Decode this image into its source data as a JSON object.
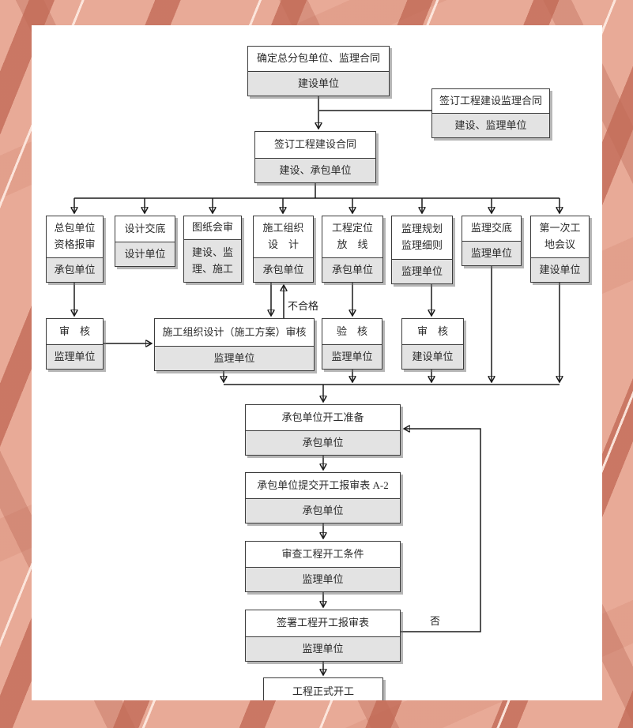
{
  "colors": {
    "page_bg": "#ffffff",
    "frame_base": "#e8aa97",
    "frame_stripe": "#c16955",
    "box_org_bg": "#e3e3e3",
    "line": "#1b1b1b"
  },
  "labels": {
    "not_qualified": "不合格",
    "no": "否"
  },
  "boxes": {
    "determine_contract": {
      "title": "确定总分包单位、监理合同",
      "org": "建设单位"
    },
    "sign_supervision_contract": {
      "title": "签订工程建设监理合同",
      "org": "建设、监理单位"
    },
    "sign_construction_contract": {
      "title": "签订工程建设合同",
      "org": "建设、承包单位"
    },
    "general_contractor_qualification": {
      "title": "总包单位\n资格报审",
      "org": "承包单位"
    },
    "design_disclosure": {
      "title": "设计交底",
      "org": "设计单位"
    },
    "drawing_review": {
      "title": "图纸会审",
      "org": "建设、监\n理、施工"
    },
    "construction_org_design": {
      "title": "施工组织\n设　计",
      "org": "承包单位"
    },
    "site_positioning": {
      "title": "工程定位\n放　线",
      "org": "承包单位"
    },
    "supervision_plan": {
      "title": "监理规划\n监理细则",
      "org": "监理单位"
    },
    "supervision_disclosure": {
      "title": "监理交底",
      "org": "监理单位"
    },
    "first_site_meeting": {
      "title": "第一次工\n地会议",
      "org": "建设单位"
    },
    "review_left": {
      "title": "审　核",
      "org": "监理单位"
    },
    "construction_plan_review": {
      "title": "施工组织设计（施工方案）审核",
      "org": "监理单位"
    },
    "verify": {
      "title": "验　核",
      "org": "监理单位"
    },
    "review_owner": {
      "title": "审　核",
      "org": "建设单位"
    },
    "start_preparation": {
      "title": "承包单位开工准备",
      "org": "承包单位"
    },
    "submit_start_form": {
      "title": "承包单位提交开工报审表 A-2",
      "org": "承包单位"
    },
    "check_start_conditions": {
      "title": "审查工程开工条件",
      "org": "监理单位"
    },
    "sign_start_form": {
      "title": "签署工程开工报审表",
      "org": "监理单位"
    },
    "official_start": {
      "title": "工程正式开工"
    }
  }
}
